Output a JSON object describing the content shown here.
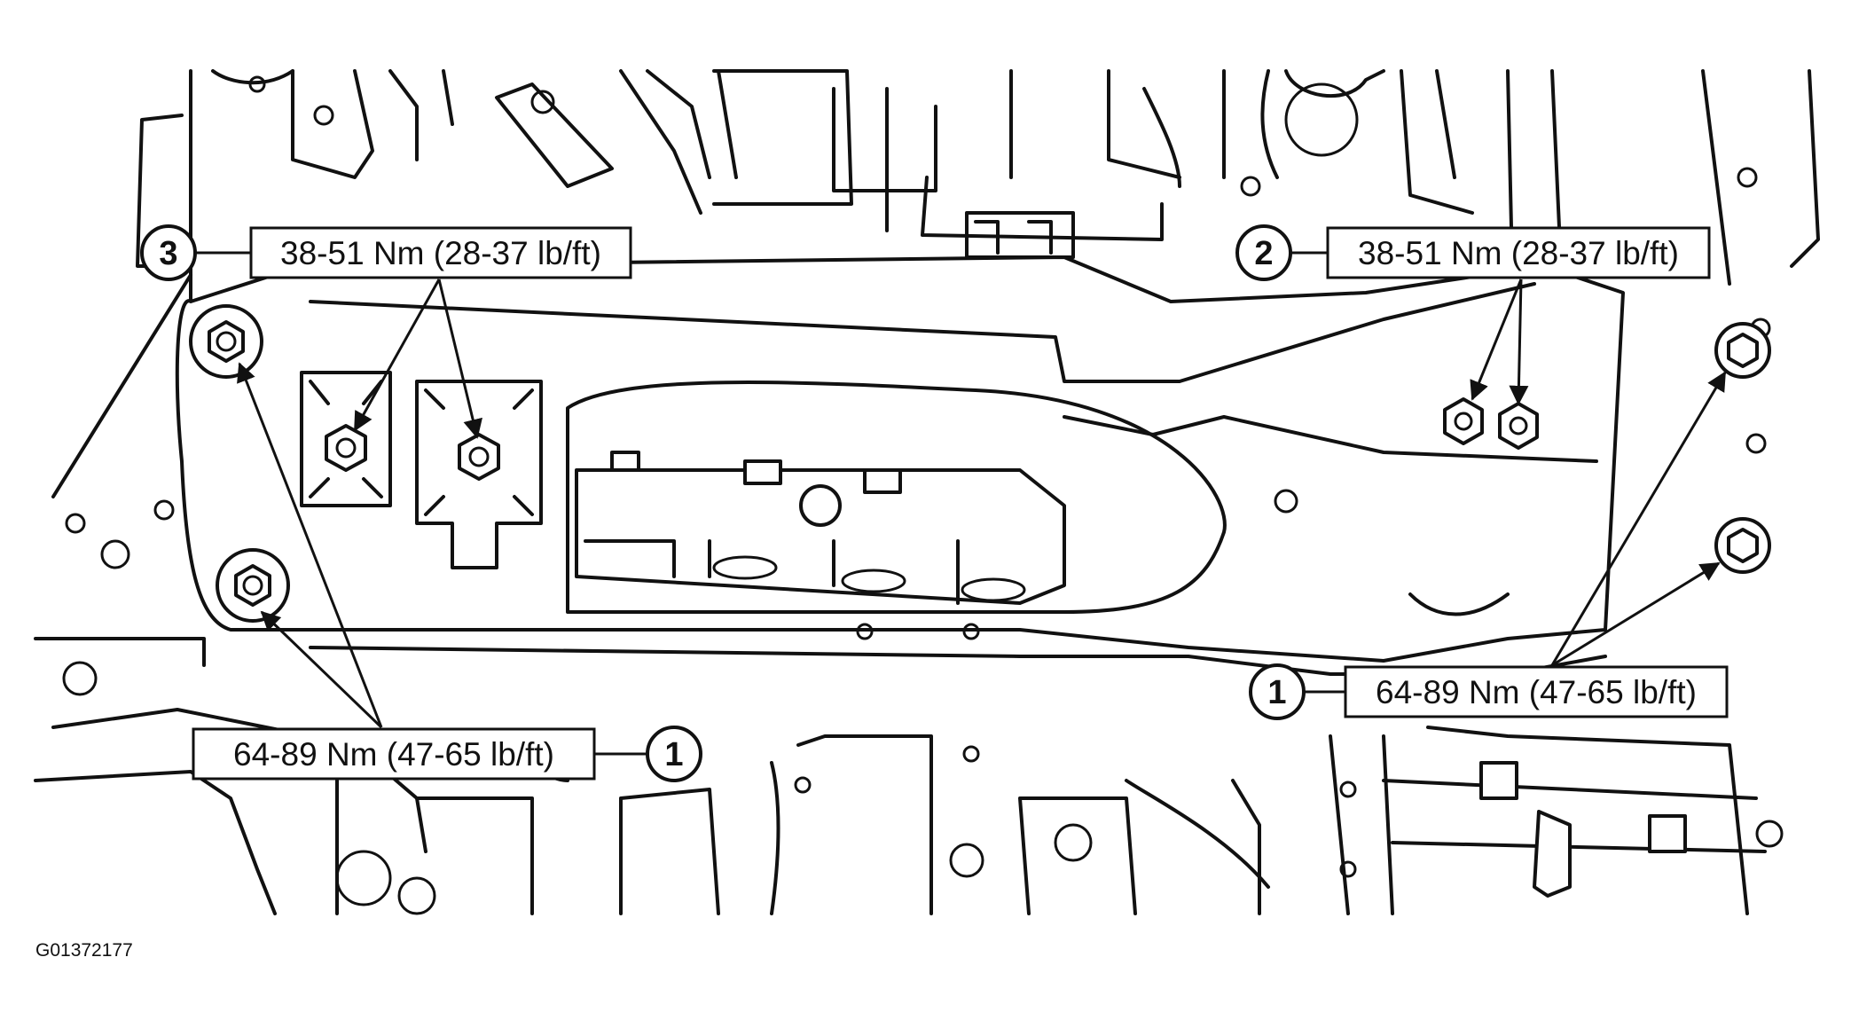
{
  "callouts": [
    {
      "number": "3",
      "torque": "38-51 Nm (28-37 lb/ft)"
    },
    {
      "number": "2",
      "torque": "38-51 Nm (28-37 lb/ft)"
    },
    {
      "number": "1",
      "torque": "64-89 Nm (47-65 lb/ft)"
    },
    {
      "number": "1",
      "torque": "64-89 Nm (47-65 lb/ft)"
    }
  ],
  "figure_id": "G01372177"
}
